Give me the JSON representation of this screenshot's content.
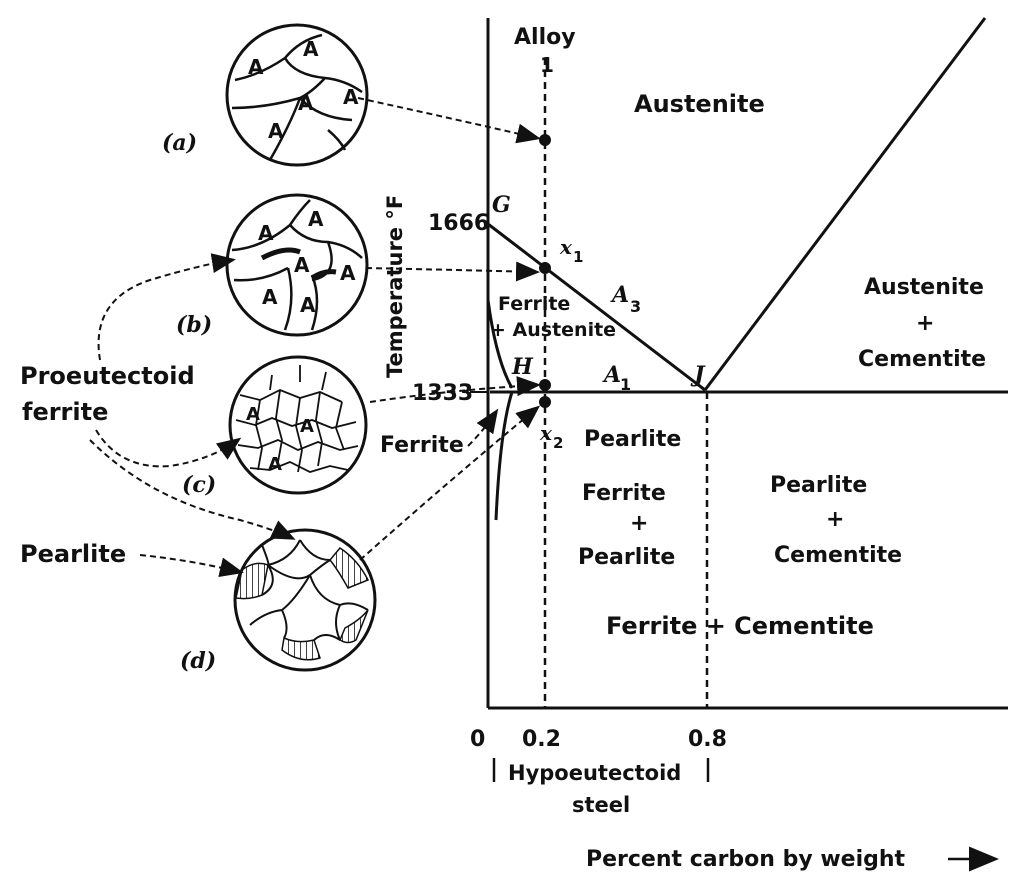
{
  "diagram": {
    "alloy_label": "Alloy",
    "alloy_number": "1",
    "regions": {
      "austenite": "Austenite",
      "austenite_cementite_line1": "Austenite",
      "austenite_cementite_plus": "+",
      "austenite_cementite_line2": "Cementite",
      "ferrite_austenite_line1": "Ferrite",
      "ferrite_austenite_line2": "+ Austenite",
      "ferrite": "Ferrite",
      "pearlite": "Pearlite",
      "ferrite_pearlite_line1": "Ferrite",
      "ferrite_pearlite_plus": "+",
      "ferrite_pearlite_line2": "Pearlite",
      "pearlite_cementite_line1": "Pearlite",
      "pearlite_cementite_plus": "+",
      "pearlite_cementite_line2": "Cementite",
      "ferrite_cementite": "Ferrite + Cementite"
    },
    "points": {
      "G": "G",
      "H": "H",
      "J": "J",
      "x1": "x",
      "x1_sub": "1",
      "x2": "x",
      "x2_sub": "2",
      "A3": "A",
      "A3_sub": "3",
      "A1": "A",
      "A1_sub": "1"
    },
    "temperatures": {
      "upper": "1666",
      "lower": "1333"
    },
    "y_axis_label": "Temperature °F",
    "x_ticks": [
      "0",
      "0.2",
      "0.8"
    ],
    "steel_label_line1": "Hypoeutectoid",
    "steel_label_line2": "steel",
    "x_axis_label": "Percent carbon by weight",
    "micrographs": {
      "a_label": "(a)",
      "b_label": "(b)",
      "c_label": "(c)",
      "d_label": "(d)",
      "grain_letter": "A"
    },
    "callouts": {
      "proeutectoid_line1": "Proeutectoid",
      "proeutectoid_line2": "ferrite",
      "pearlite": "Pearlite"
    }
  }
}
